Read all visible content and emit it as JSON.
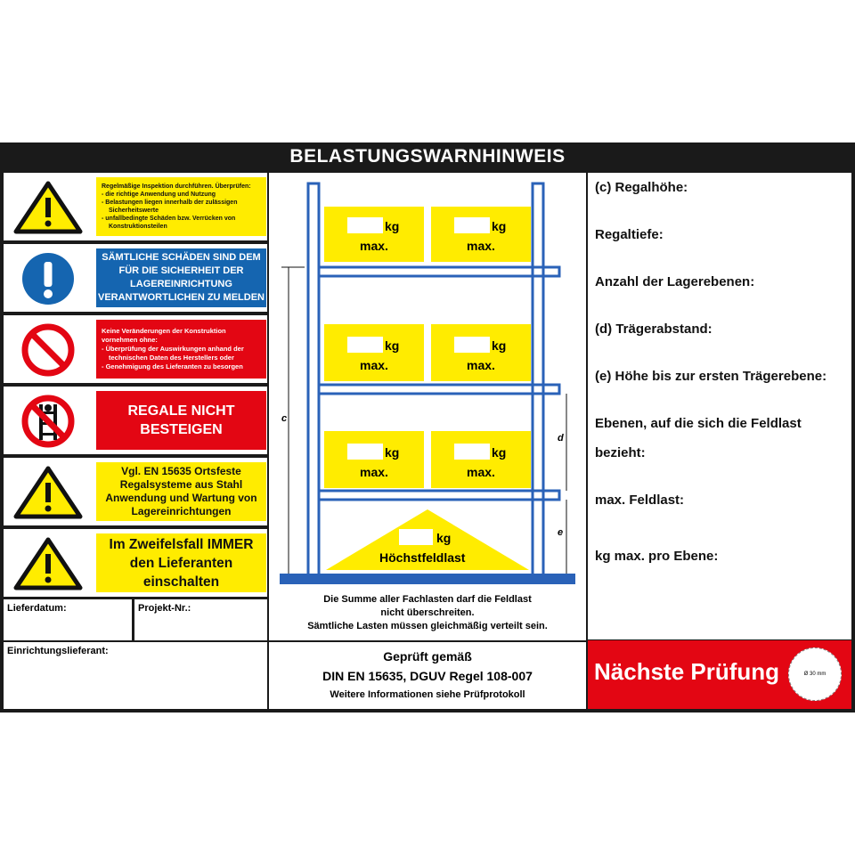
{
  "title": "BELASTUNGSWARNHINWEIS",
  "rows": [
    {
      "icon": "warning-triangle-icon",
      "heading": "Regelmäßige Inspektion durchführen. Überprüfen:",
      "items": [
        "die richtige Anwendung und Nutzung",
        "Belastungen liegen innerhalb der zulässigen Sicherheitswerte",
        "unfallbedingte Schäden bzw. Verrücken von Konstruktionsteilen"
      ]
    },
    {
      "icon": "mandatory-exclamation-icon",
      "text": "SÄMTLICHE SCHÄDEN SIND DEM FÜR DIE SICHERHEIT DER LAGEREINRICHTUNG VERANTWORTLICHEN ZU MELDEN"
    },
    {
      "icon": "prohibition-icon",
      "heading": "Keine Veränderungen der Konstruktion vornehmen ohne:",
      "items": [
        "Überprüfung der Auswirkungen anhand der technischen Daten des Herstellers oder",
        "Genehmigung des Lieferanten zu besorgen"
      ]
    },
    {
      "icon": "no-climbing-icon",
      "text": "REGALE NICHT BESTEIGEN"
    },
    {
      "icon": "warning-triangle-icon",
      "text": "Vgl. EN 15635 Ortsfeste Regalsysteme aus Stahl Anwendung und Wartung von Lagereinrichtungen"
    },
    {
      "icon": "warning-triangle-icon",
      "text": "Im Zweifelsfall IMMER den Lieferanten einschalten"
    }
  ],
  "fields": {
    "lieferdatum": "Lieferdatum:",
    "projekt": "Projekt-Nr.:",
    "lieferant": "Einrichtungslieferant:"
  },
  "diagram": {
    "kg": "kg",
    "max": "max.",
    "hoechst": "Höchstfeldlast",
    "dim_c": "c",
    "dim_d": "d",
    "dim_e": "e",
    "note": [
      "Die Summe aller Fachlasten darf die Feldlast",
      "nicht überschreiten.",
      "Sämtliche Lasten müssen gleichmäßig verteilt sein."
    ]
  },
  "check": {
    "line1": "Geprüft gemäß",
    "line2": "DIN EN 15635, DGUV Regel 108-007",
    "line3": "Weitere Informationen siehe Prüfprotokoll"
  },
  "right": [
    "(c) Regalhöhe:",
    "Regaltiefe:",
    "Anzahl der Lagerebenen:",
    "(d) Trägerabstand:",
    "(e) Höhe bis zur ersten Trägerebene:",
    "Ebenen, auf die sich die Feldlast",
    "bezieht:",
    "max. Feldlast:",
    "kg max. pro Ebene:"
  ],
  "next": {
    "label": "Nächste Prüfung",
    "stamp": "Ø 30 mm"
  },
  "colors": {
    "yellow": "#ffec00",
    "red": "#e30613",
    "blue": "#1565b0",
    "rack": "#2a62b8"
  }
}
